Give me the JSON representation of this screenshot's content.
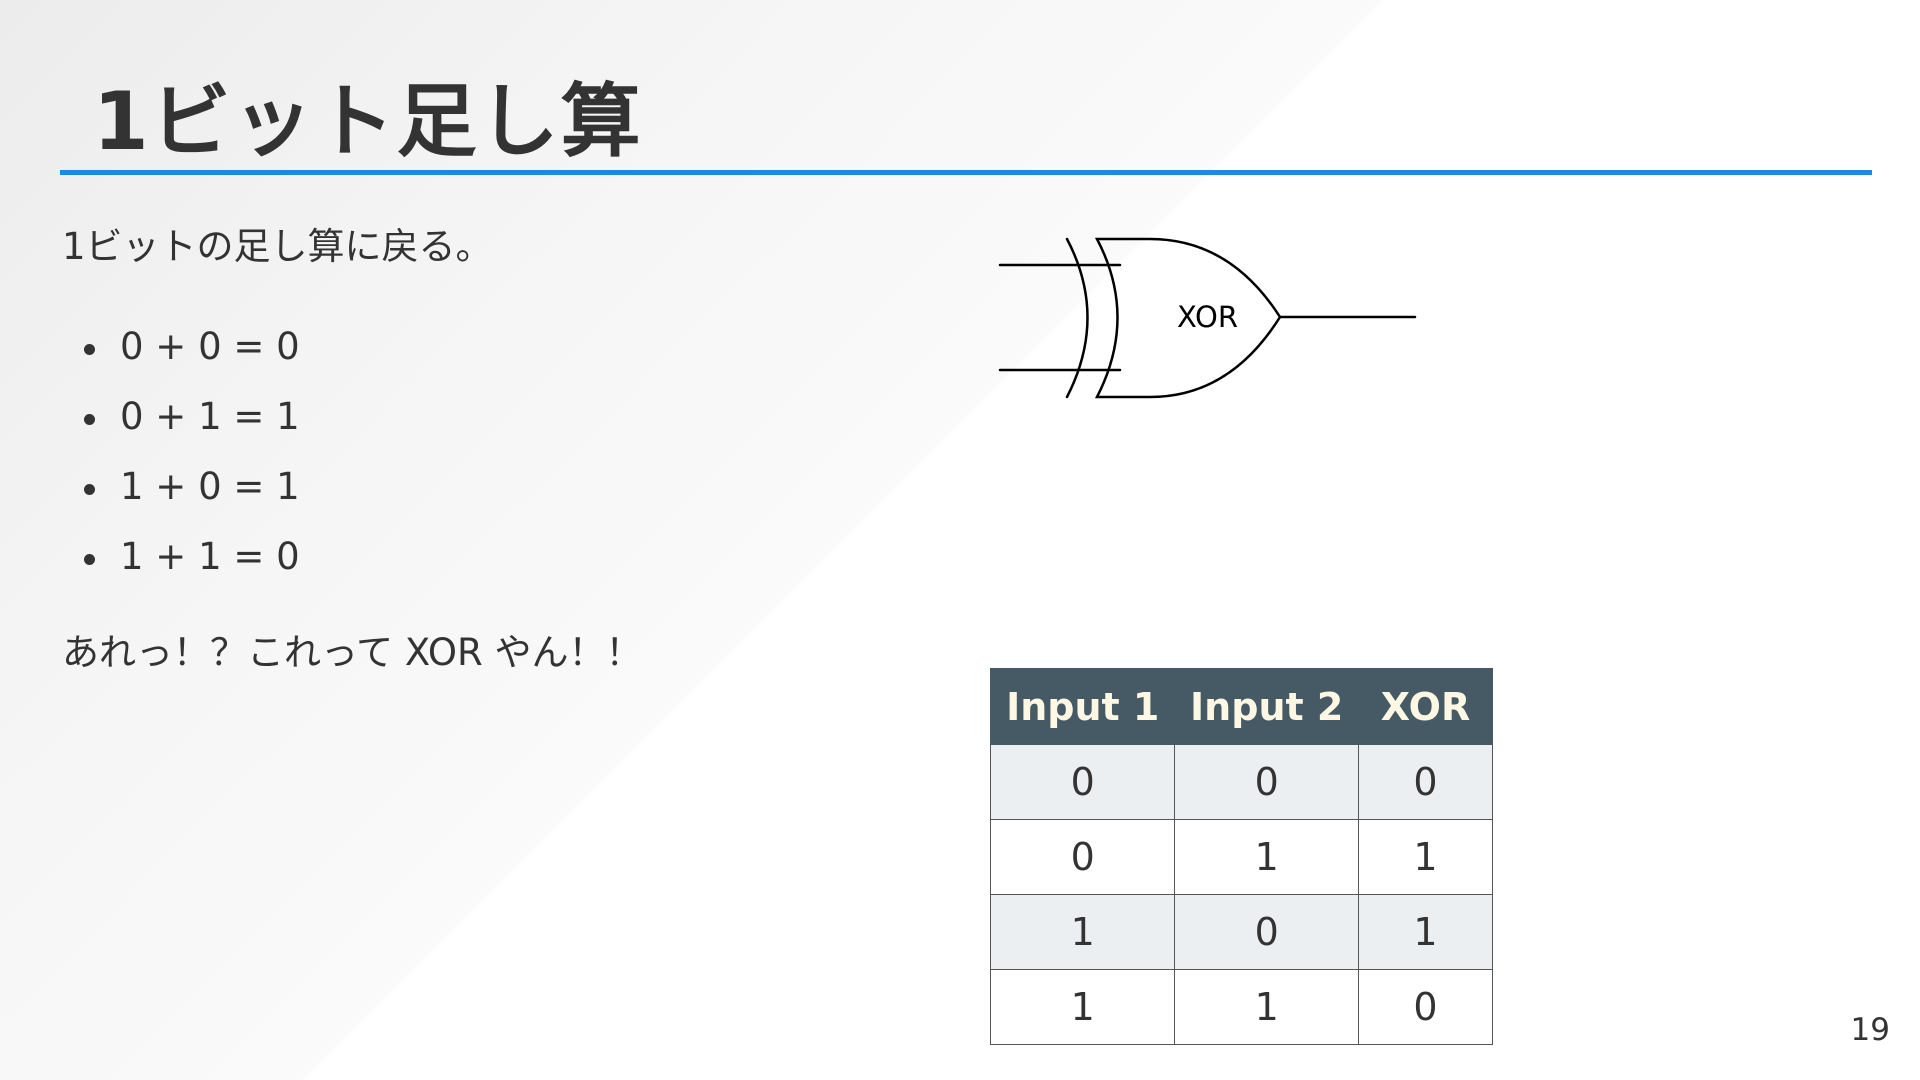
{
  "slide": {
    "title": "1ビット足し算",
    "intro": "1ビットの足し算に戻る。",
    "sums": [
      "0 + 0 = 0",
      "0 + 1 = 1",
      "1 + 0 = 1",
      "1 + 1 = 0"
    ],
    "outro": "あれっ！？これって XOR やん！！",
    "page_number": "19",
    "accent_color": "#1e88e5"
  },
  "gate": {
    "label": "XOR",
    "icon": "xor-gate-symbol"
  },
  "truth_table": {
    "headers": [
      "Input 1",
      "Input 2",
      "XOR"
    ],
    "rows": [
      [
        "0",
        "0",
        "0"
      ],
      [
        "0",
        "1",
        "1"
      ],
      [
        "1",
        "0",
        "1"
      ],
      [
        "1",
        "1",
        "0"
      ]
    ],
    "header_color": "#455a64"
  }
}
